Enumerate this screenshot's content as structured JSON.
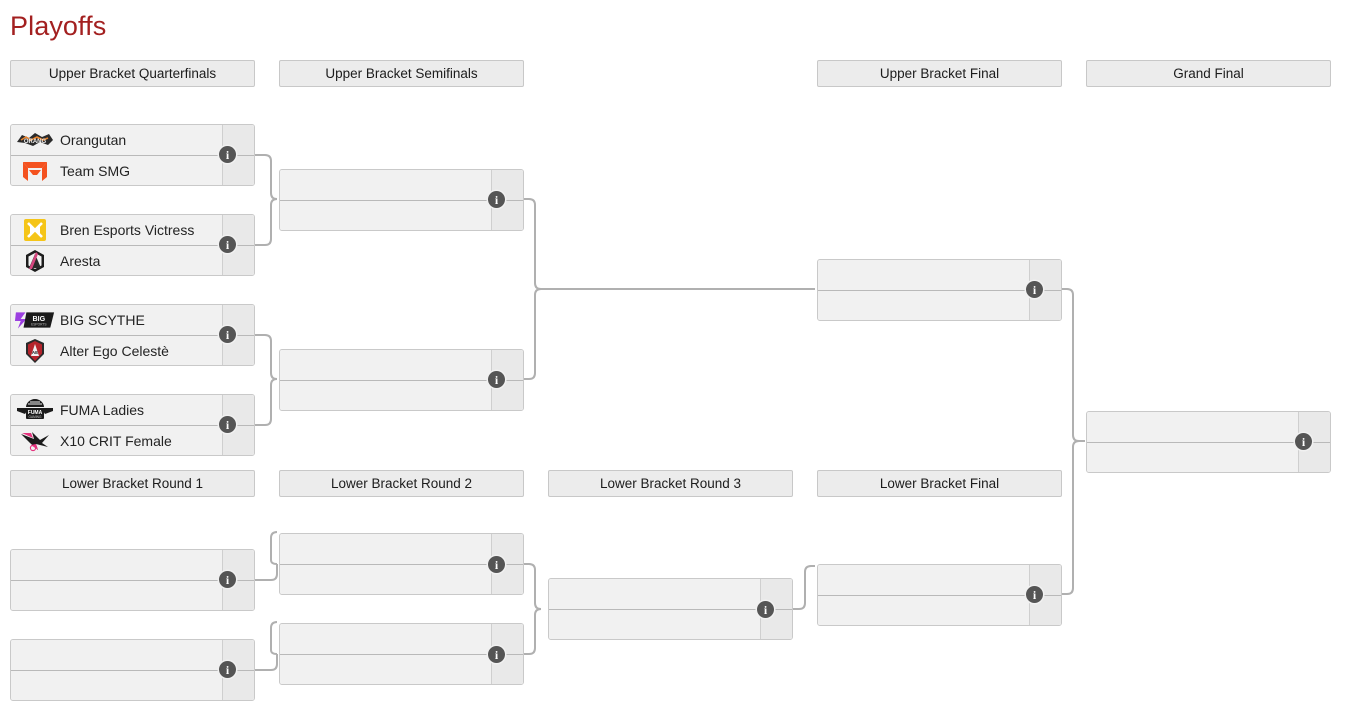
{
  "page": {
    "title": "Playoffs",
    "title_color": "#a32020",
    "background": "#ffffff"
  },
  "headers": {
    "upper_quarterfinals": "Upper Bracket Quarterfinals",
    "upper_semifinals": "Upper Bracket Semifinals",
    "upper_final": "Upper Bracket Final",
    "grand_final": "Grand Final",
    "lower_round1": "Lower Bracket Round 1",
    "lower_round2": "Lower Bracket Round 2",
    "lower_round3": "Lower Bracket Round 3",
    "lower_final": "Lower Bracket Final"
  },
  "icons": {
    "info": "i",
    "info_name": "info-icon"
  },
  "matches": {
    "ubqf1": {
      "top": {
        "team": "Orangutan",
        "logo": "orangutan-logo",
        "score": ""
      },
      "bottom": {
        "team": "Team SMG",
        "logo": "team-smg-logo",
        "score": ""
      }
    },
    "ubqf2": {
      "top": {
        "team": "Bren Esports Victress",
        "logo": "bren-esports-logo",
        "score": ""
      },
      "bottom": {
        "team": "Aresta",
        "logo": "aresta-logo",
        "score": ""
      }
    },
    "ubqf3": {
      "top": {
        "team": "BIG SCYTHE",
        "logo": "big-scythe-logo",
        "score": ""
      },
      "bottom": {
        "team": "Alter Ego Celestè",
        "logo": "alter-ego-logo",
        "score": ""
      }
    },
    "ubqf4": {
      "top": {
        "team": "FUMA Ladies",
        "logo": "fuma-ladies-logo",
        "score": ""
      },
      "bottom": {
        "team": "X10 CRIT Female",
        "logo": "x10-crit-logo",
        "score": ""
      }
    },
    "ubsf1": {
      "top": {
        "team": "",
        "score": ""
      },
      "bottom": {
        "team": "",
        "score": ""
      }
    },
    "ubsf2": {
      "top": {
        "team": "",
        "score": ""
      },
      "bottom": {
        "team": "",
        "score": ""
      }
    },
    "ubf": {
      "top": {
        "team": "",
        "score": ""
      },
      "bottom": {
        "team": "",
        "score": ""
      }
    },
    "gf": {
      "top": {
        "team": "",
        "score": ""
      },
      "bottom": {
        "team": "",
        "score": ""
      }
    },
    "lbr1m1": {
      "top": {
        "team": "",
        "score": ""
      },
      "bottom": {
        "team": "",
        "score": ""
      }
    },
    "lbr1m2": {
      "top": {
        "team": "",
        "score": ""
      },
      "bottom": {
        "team": "",
        "score": ""
      }
    },
    "lbr2m1": {
      "top": {
        "team": "",
        "score": ""
      },
      "bottom": {
        "team": "",
        "score": ""
      }
    },
    "lbr2m2": {
      "top": {
        "team": "",
        "score": ""
      },
      "bottom": {
        "team": "",
        "score": ""
      }
    },
    "lbr3": {
      "top": {
        "team": "",
        "score": ""
      },
      "bottom": {
        "team": "",
        "score": ""
      }
    },
    "lbf": {
      "top": {
        "team": "",
        "score": ""
      },
      "bottom": {
        "team": "",
        "score": ""
      }
    }
  },
  "colors": {
    "header_bg": "#ececec",
    "header_border": "#c8c8c8",
    "match_bg": "#f1f1f1",
    "match_border": "#c9c9c9",
    "score_bg": "#e9e9e9",
    "connector": "#b0b0b0",
    "info_badge": "#555555"
  }
}
